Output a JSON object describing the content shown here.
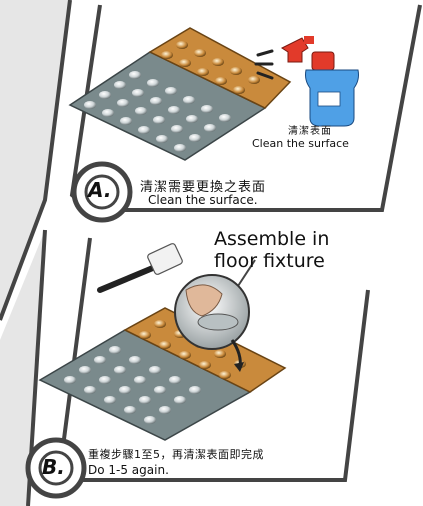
{
  "step_a": {
    "badge": "A.",
    "zh": "清潔需要更換之表面",
    "en": "Clean the surface.",
    "callout_zh": "清潔表面",
    "callout_en": "Clean the surface"
  },
  "step_b": {
    "badge": "B.",
    "zh": "重複步驟1至5，再清潔表面即完成",
    "en": "Do 1-5 again.",
    "callout_en": "Assemble in floor fixture"
  },
  "colors": {
    "tile_gray": "#7a8a8c",
    "tile_orange": "#c98a3c",
    "stroke": "#555555"
  },
  "icons": [
    "spray-bottle-icon",
    "rubber-mallet-icon"
  ]
}
